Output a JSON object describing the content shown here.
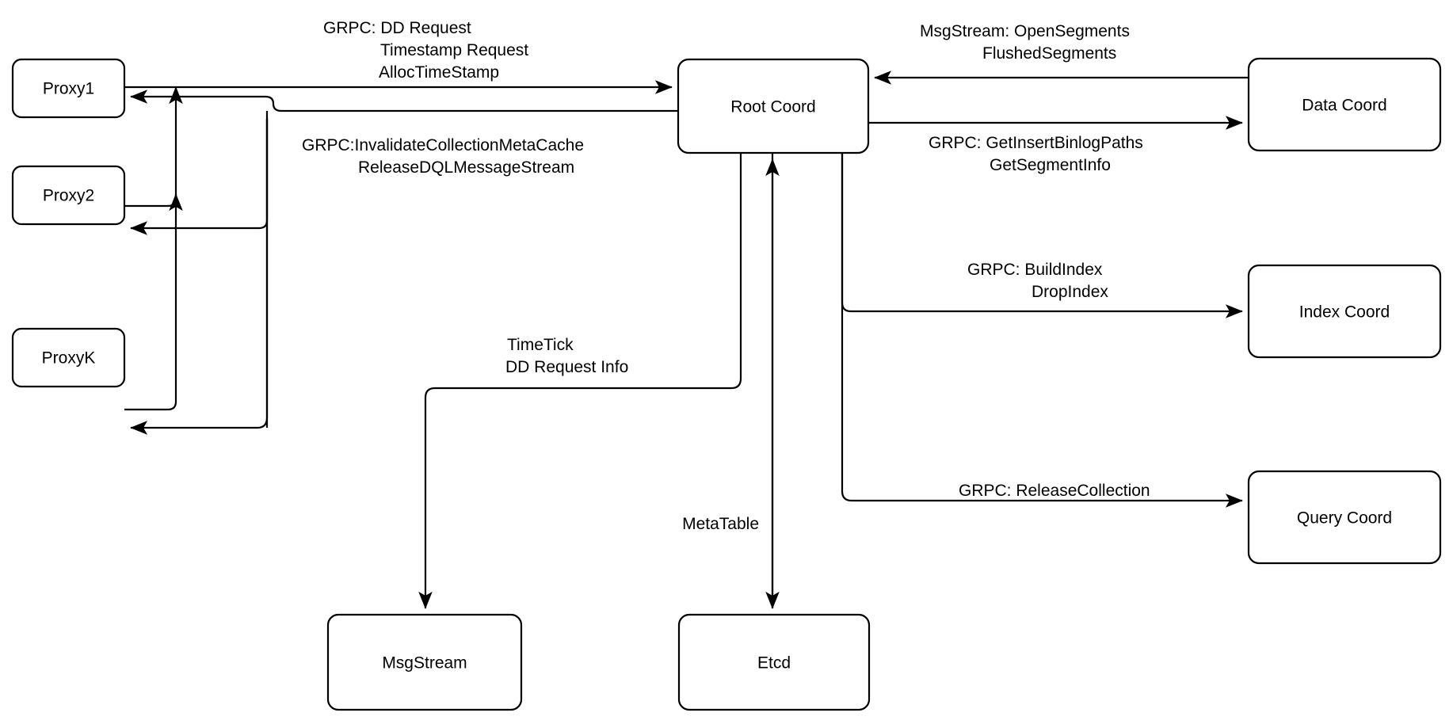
{
  "diagram": {
    "title": "Root Coord architecture diagram",
    "stroke_color": "#000000",
    "fill_color": "#ffffff",
    "nodes": [
      {
        "id": "proxy1",
        "label": "Proxy1"
      },
      {
        "id": "proxy2",
        "label": "Proxy2"
      },
      {
        "id": "proxyk",
        "label": "ProxyK"
      },
      {
        "id": "rootcoord",
        "label": "Root Coord"
      },
      {
        "id": "datacoord",
        "label": "Data Coord"
      },
      {
        "id": "indexcoord",
        "label": "Index Coord"
      },
      {
        "id": "querycoord",
        "label": "Query Coord"
      },
      {
        "id": "msgstream",
        "label": "MsgStream"
      },
      {
        "id": "etcd",
        "label": "Etcd"
      }
    ],
    "edge_labels": {
      "proxy_to_root": [
        "GRPC: DD Request",
        "Timestamp Request",
        "AllocTimeStamp"
      ],
      "root_to_proxy": [
        "GRPC:InvalidateCollectionMetaCache",
        "ReleaseDQLMessageStream"
      ],
      "datacoord_to_root": [
        "MsgStream: OpenSegments",
        "FlushedSegments"
      ],
      "root_to_datacoord": [
        "GRPC: GetInsertBinlogPaths",
        "GetSegmentInfo"
      ],
      "root_to_indexcoord": [
        "GRPC: BuildIndex",
        "DropIndex"
      ],
      "root_to_querycoord": [
        "GRPC: ReleaseCollection"
      ],
      "root_to_msgstream": [
        "TimeTick",
        "DD Request Info"
      ],
      "root_to_etcd": [
        "MetaTable"
      ]
    }
  }
}
